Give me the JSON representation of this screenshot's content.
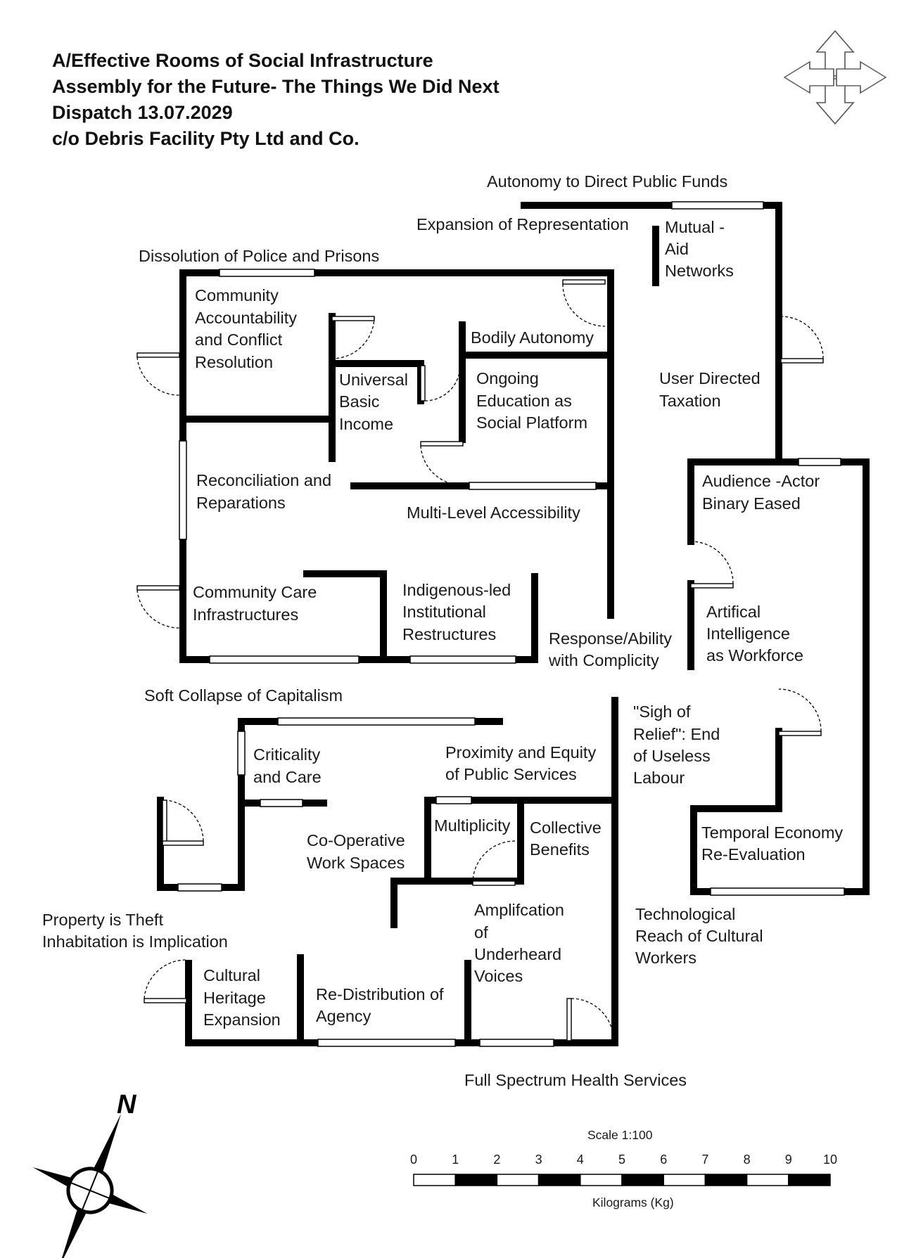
{
  "header": {
    "line1": "A/Effective Rooms of Social Infrastructure",
    "line2": "Assembly for the Future- The Things We Did Next",
    "line3": "Dispatch 13.07.2029",
    "line4": "c/o Debris Facility Pty Ltd and Co."
  },
  "logo_icon": "four-arrows-icon",
  "outside_labels": {
    "autonomy_public_funds": "Autonomy to Direct Public Funds",
    "expansion_representation": "Expansion of Representation",
    "dissolution_police": "Dissolution of Police and Prisons",
    "soft_collapse": "Soft Collapse of Capitalism",
    "property_theft": [
      "Property is Theft",
      "Inhabitation is Implication"
    ],
    "full_spectrum_health": "Full Spectrum Health Services",
    "technological_reach": [
      "Technological",
      "Reach of Cultural",
      "Workers"
    ],
    "response_ability": [
      "Response/Ability",
      "with Complicity"
    ],
    "sigh_of_relief": [
      "\"Sigh of",
      "Relief\": End",
      "of Useless",
      "Labour"
    ]
  },
  "rooms": {
    "mutual_aid": [
      "Mutual -",
      "Aid",
      "Networks"
    ],
    "community_accountability": [
      "Community",
      "Accountability",
      "and Conflict",
      "Resolution"
    ],
    "universal_basic_income": [
      "Universal",
      "Basic",
      "Income"
    ],
    "bodily_autonomy": "Bodily Autonomy",
    "ongoing_education": [
      "Ongoing",
      "Education as",
      "Social Platform"
    ],
    "user_directed_taxation": [
      "User Directed",
      "Taxation"
    ],
    "reconciliation": [
      "Reconciliation and",
      "Reparations"
    ],
    "multi_level_accessibility": "Multi-Level Accessibility",
    "audience_actor": [
      "Audience -Actor",
      "Binary Eased"
    ],
    "community_care": [
      "Community Care",
      "Infrastructures"
    ],
    "indigenous_led": [
      "Indigenous-led",
      "Institutional",
      "Restructures"
    ],
    "artificial_intelligence": [
      "Artifical",
      "Intelligence",
      "as Workforce"
    ],
    "criticality_care": [
      "Criticality",
      "and Care"
    ],
    "proximity_equity": [
      "Proximity and Equity",
      "of Public Services"
    ],
    "co_operative": [
      "Co-Operative",
      "Work Spaces"
    ],
    "multiplicity": "Multiplicity",
    "collective_benefits": [
      "Collective",
      "Benefits"
    ],
    "temporal_economy": [
      "Temporal Economy",
      "Re-Evaluation"
    ],
    "amplification": [
      "Amplifcation",
      "of",
      "Underheard",
      "Voices"
    ],
    "cultural_heritage": [
      "Cultural",
      "Heritage",
      "Expansion"
    ],
    "redistribution_agency": [
      "Re-Distribution of",
      "Agency"
    ]
  },
  "compass": {
    "north_label": "N",
    "icon": "north-arrow-icon"
  },
  "scale_bar": {
    "title": "Scale 1:100",
    "ticks": [
      "0",
      "1",
      "2",
      "3",
      "4",
      "5",
      "6",
      "7",
      "8",
      "9",
      "10"
    ],
    "unit_label": "Kilograms (Kg)"
  }
}
